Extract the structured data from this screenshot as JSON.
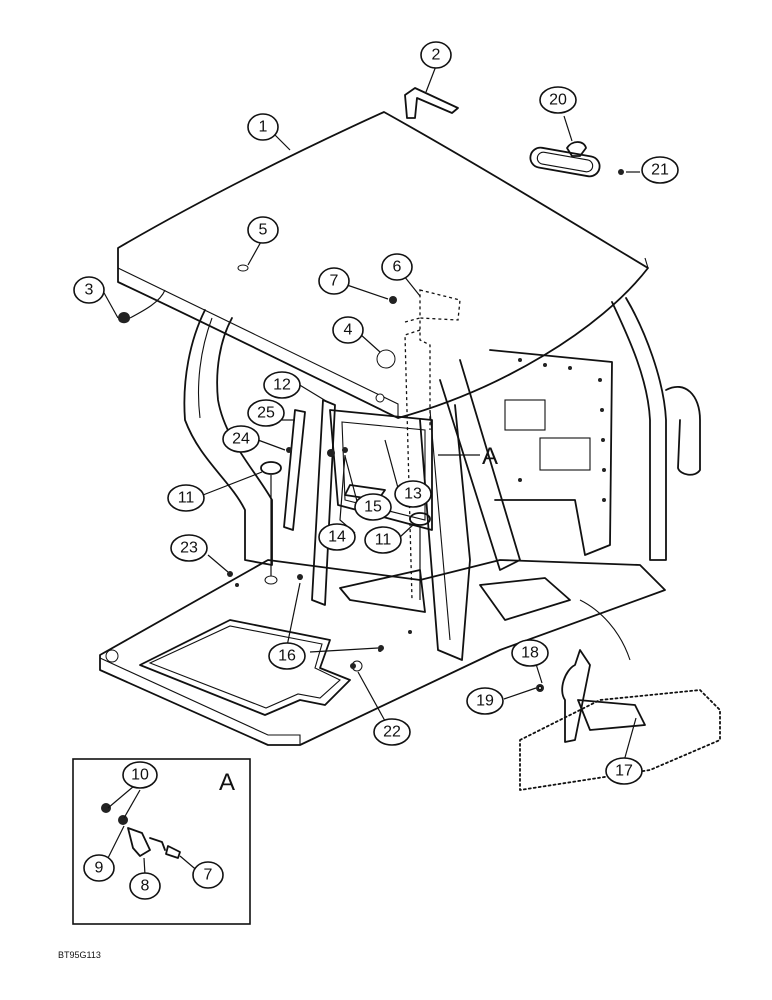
{
  "diagram": {
    "callouts": [
      {
        "id": "c1",
        "label": "1"
      },
      {
        "id": "c2",
        "label": "2"
      },
      {
        "id": "c3",
        "label": "3"
      },
      {
        "id": "c4",
        "label": "4"
      },
      {
        "id": "c5",
        "label": "5"
      },
      {
        "id": "c6",
        "label": "6"
      },
      {
        "id": "c7a",
        "label": "7"
      },
      {
        "id": "c7b",
        "label": "7"
      },
      {
        "id": "c8",
        "label": "8"
      },
      {
        "id": "c9",
        "label": "9"
      },
      {
        "id": "c10",
        "label": "10"
      },
      {
        "id": "c11a",
        "label": "11"
      },
      {
        "id": "c11b",
        "label": "11"
      },
      {
        "id": "c12",
        "label": "12"
      },
      {
        "id": "c13",
        "label": "13"
      },
      {
        "id": "c14",
        "label": "14"
      },
      {
        "id": "c15",
        "label": "15"
      },
      {
        "id": "c16",
        "label": "16"
      },
      {
        "id": "c17",
        "label": "17"
      },
      {
        "id": "c18",
        "label": "18"
      },
      {
        "id": "c19",
        "label": "19"
      },
      {
        "id": "c20",
        "label": "20"
      },
      {
        "id": "c21",
        "label": "21"
      },
      {
        "id": "c22",
        "label": "22"
      },
      {
        "id": "c23",
        "label": "23"
      },
      {
        "id": "c24",
        "label": "24"
      },
      {
        "id": "c25",
        "label": "25"
      }
    ],
    "detail_reference": "A",
    "inset_reference": "A",
    "figure_code": "BT95G113"
  }
}
